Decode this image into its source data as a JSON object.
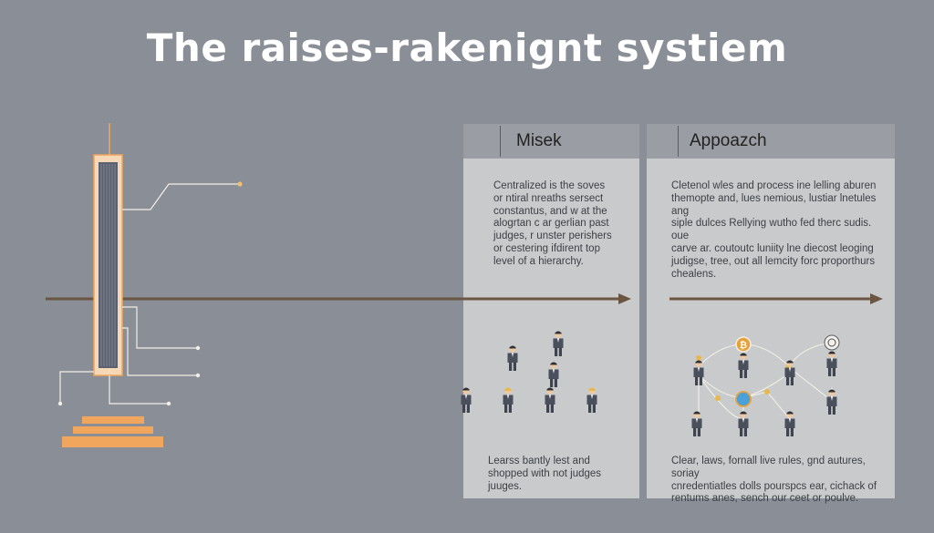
{
  "title": "The raises-rakenignt systiem",
  "panels": {
    "left": {
      "title": "Misek",
      "description": "Centralized is the soves\nor ntiral nreaths sersect\nconstantus, and w at the\nalogrtan c ar gerlian past\njudges, r unster perishers\nor cestering ifdirent top\nlevel of a hierarchy.",
      "caption": "Learss bantly lest and\nshopped with  not judges\njuuges."
    },
    "right": {
      "title": "Appoazch",
      "description": "Cletenol wles and process ine lelling aburen\nthemopte and, lues nemious, lustiar lnetules ang\nsiple dulces Rellying wutho fed therc sudis. oue\ncarve ar. coutoutc luniity lne diecost leoging\njudigse, tree, out all lemcity forc proporthurs\nchealens.",
      "caption": "Clear, laws, fornall live rules, gnd autures, soriay\ncnredentiatles dolls pourspcs ear, cichack of\nrentums anes, sench our ceet or poulve."
    }
  },
  "colors": {
    "background": "#8a8e96",
    "panel": "#c8cacb",
    "arrow": "#6b5644",
    "orange": "#f0a65c",
    "gold": "#e8b84a",
    "figure": "#4a4f5c"
  }
}
